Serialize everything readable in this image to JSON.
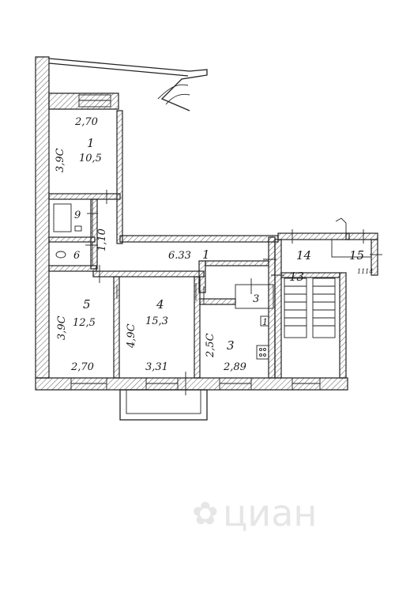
{
  "rooms": {
    "r1": {
      "number": "1",
      "area": "10,5",
      "width": "2,70",
      "depth": "3,9C"
    },
    "r5": {
      "number": "5",
      "area": "12,5",
      "width": "2,70",
      "depth": "3,9C"
    },
    "r4": {
      "number": "4",
      "area": "15,3",
      "width": "3,31",
      "depth": "4,9C"
    },
    "r3": {
      "number": "3",
      "width": "2,89",
      "depth": "2,5C"
    },
    "bath": {
      "number": "9"
    },
    "wc": {
      "number": "6"
    },
    "corridor": {
      "length": "6.33",
      "number": "1",
      "dim": "1,10"
    },
    "pantry": {
      "number": "3"
    },
    "hall": {
      "number": "14"
    },
    "stair": {
      "number": "13"
    },
    "n15": {
      "number": "15",
      "note": "1114"
    },
    "small_one": {
      "number": "1"
    }
  },
  "watermark": {
    "text": "циан"
  }
}
